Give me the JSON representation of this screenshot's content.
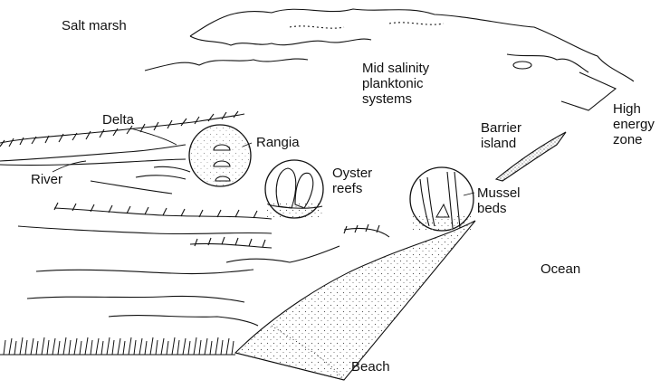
{
  "labels": {
    "salt_marsh": "Salt marsh",
    "mid_salinity": "Mid salinity\nplanktonic\nsystems",
    "delta": "Delta",
    "rangia": "Rangia",
    "river": "River",
    "oyster_reefs": "Oyster\nreefs",
    "barrier_island": "Barrier\nisland",
    "high_energy_zone": "High\nenergy\nzone",
    "mussel_beds": "Mussel\nbeds",
    "ocean": "Ocean",
    "beach": "Beach"
  },
  "colors": {
    "ink": "#111111",
    "paper": "#ffffff",
    "stipple": "#555555"
  }
}
